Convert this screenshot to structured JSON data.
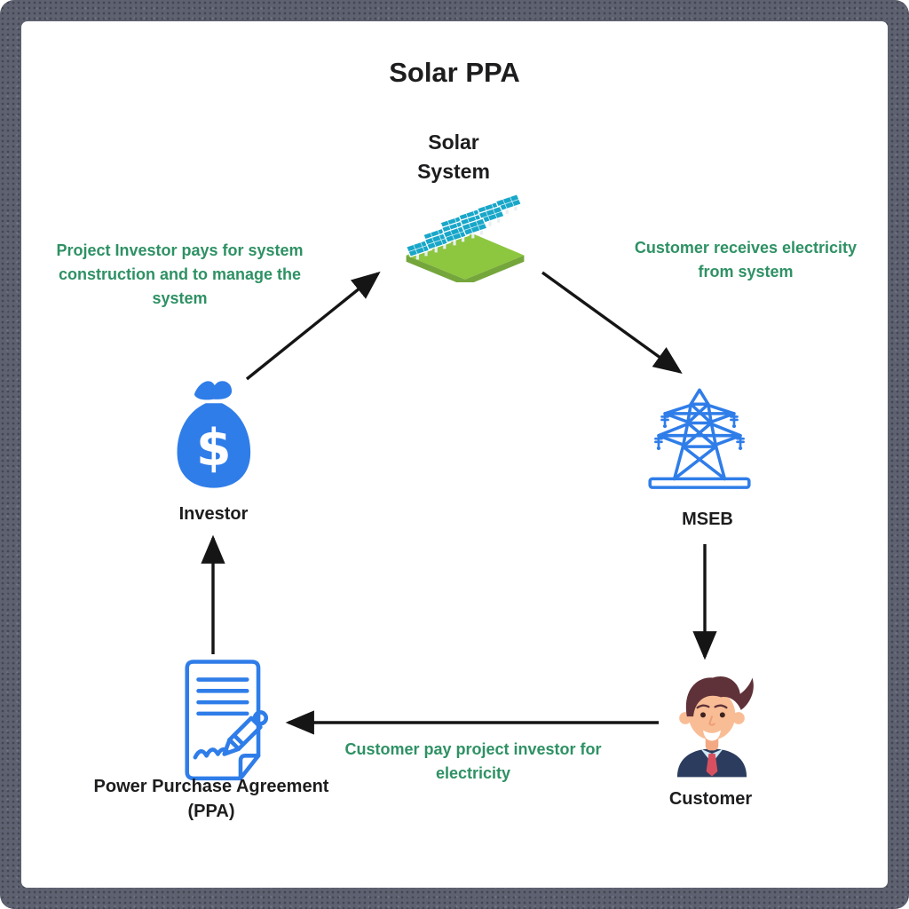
{
  "title": "Solar PPA",
  "nodes": {
    "solar_system": {
      "label": "Solar\nSystem",
      "icon": "solar-panel-array-icon"
    },
    "investor": {
      "label": "Investor",
      "icon": "money-bag-icon",
      "currency_symbol": "$"
    },
    "mseb": {
      "label": "MSEB",
      "icon": "transmission-tower-icon"
    },
    "customer": {
      "label": "Customer",
      "icon": "person-avatar-icon"
    },
    "ppa": {
      "label": "Power Purchase Agreement\n(PPA)",
      "icon": "signed-document-icon"
    }
  },
  "annotations": {
    "investor_to_solar": "Project Investor pays for  system\nconstruction and to manage the\nsystem",
    "solar_to_customer": "Customer receives electricity\nfrom system",
    "customer_to_investor": "Customer pay project investor for\nelectricity"
  },
  "flow": [
    "Investor -> Solar System",
    "Solar System -> MSEB",
    "MSEB -> Customer",
    "Customer -> PPA",
    "PPA -> Investor"
  ],
  "colors": {
    "title_black": "#1d1d1f",
    "annotation_green": "#2e9164",
    "icon_blue": "#2f7de9",
    "arrow_black": "#151515",
    "frame_gray": "#5d6170",
    "panel_teal": "#18a7c9",
    "grass_green": "#8dc63f",
    "suit_navy": "#2c3c5e",
    "tie_red": "#d8505f",
    "skin_tone": "#f9bd96",
    "hair_brown": "#5f3138"
  }
}
